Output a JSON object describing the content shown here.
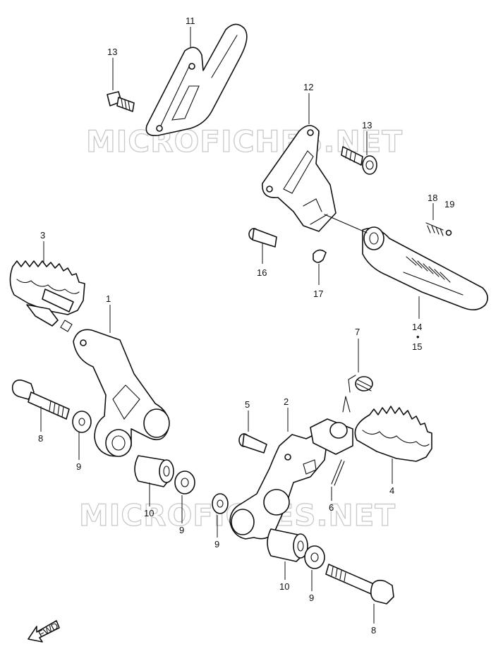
{
  "watermark": "MICROFICHES.NET",
  "fwd_label": "FWD",
  "labels": {
    "l11": "11",
    "l13a": "13",
    "l12": "12",
    "l13b": "13",
    "l18": "18",
    "l19": "19",
    "l3": "3",
    "l1": "1",
    "l16": "16",
    "l17": "17",
    "l14": "14",
    "l14dot": "•",
    "l15": "15",
    "l7": "7",
    "l5": "5",
    "l2": "2",
    "l8a": "8",
    "l9a": "9",
    "l10a": "10",
    "l9b": "9",
    "l4": "4",
    "l6": "6",
    "l9c": "9",
    "l10b": "10",
    "l9d": "9",
    "l8b": "8"
  }
}
